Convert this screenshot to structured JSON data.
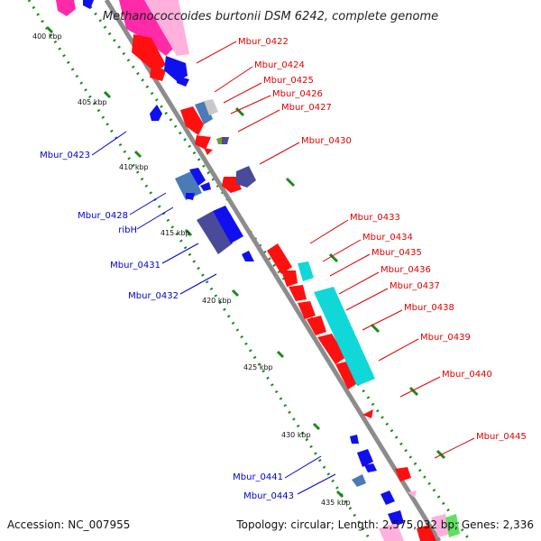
{
  "title": "Methanococcoides burtonii DSM 6242, complete genome",
  "footer": {
    "accession": "Accession: NC_007955",
    "summary": "Topology: circular; Length: 2,575,032 bp; Genes: 2,336"
  },
  "colors": {
    "backbone": "#8c8c8c",
    "scale_dots": "#1a8a1a",
    "forward_gene": "#ff1010",
    "reverse_gene": "#1010ee",
    "slate_gene": "#4a4a9a",
    "steel_gene": "#4a7ab8",
    "cyan_gene": "#10d8d8",
    "pink_gene": "#ff2aa8",
    "light_pink_gene": "#ffb0dc",
    "gray_gene": "#c8c8c8",
    "olive_gene": "#7a9a2a",
    "green_gene": "#60e060",
    "label_forward": "#e00000",
    "label_reverse": "#0000cc"
  },
  "scale_labels": [
    "400 kbp",
    "405 kbp",
    "410 kbp",
    "415 kbp",
    "420 kbp",
    "425 kbp",
    "430 kbp",
    "435 kbp"
  ],
  "forward_labels": [
    "Mbur_0422",
    "Mbur_0424",
    "Mbur_0425",
    "Mbur_0426",
    "Mbur_0427",
    "Mbur_0430",
    "Mbur_0433",
    "Mbur_0434",
    "Mbur_0435",
    "Mbur_0436",
    "Mbur_0437",
    "Mbur_0438",
    "Mbur_0439",
    "Mbur_0440",
    "Mbur_0445"
  ],
  "reverse_labels": [
    "Mbur_0423",
    "Mbur_0428",
    "ribH",
    "Mbur_0431",
    "Mbur_0432",
    "Mbur_0441",
    "Mbur_0443"
  ]
}
